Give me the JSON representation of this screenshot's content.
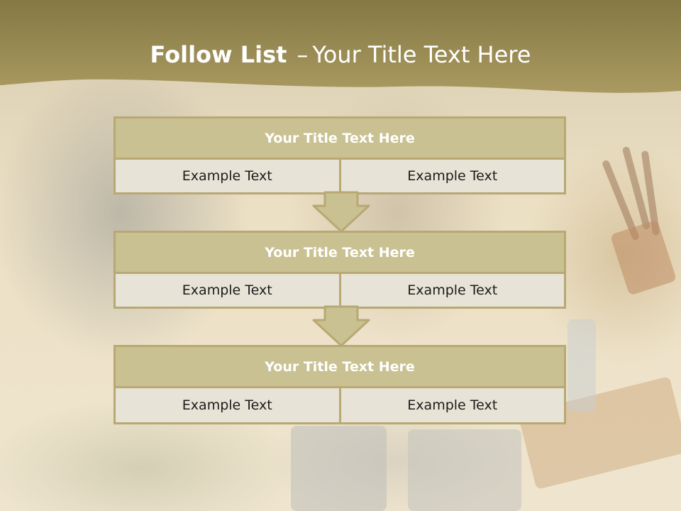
{
  "header": {
    "title_bold": "Follow List",
    "title_sep": "–",
    "title_rest": "Your Title Text Here"
  },
  "colors": {
    "header_band": "#9b8b53",
    "block_head": "#c9c192",
    "block_border": "#b8a874",
    "cell_bg": "#e7e3d6"
  },
  "blocks": [
    {
      "title": "Your Title Text Here",
      "left": "Example Text",
      "right": "Example Text"
    },
    {
      "title": "Your Title Text Here",
      "left": "Example Text",
      "right": "Example Text"
    },
    {
      "title": "Your Title Text Here",
      "left": "Example Text",
      "right": "Example Text"
    }
  ],
  "connectors": [
    "down-arrow-icon",
    "down-arrow-icon"
  ]
}
